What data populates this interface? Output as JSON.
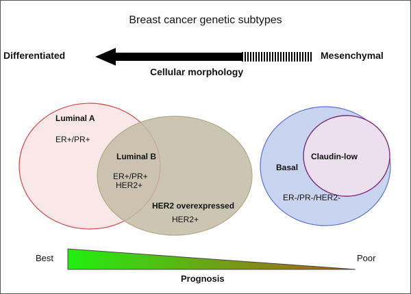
{
  "title": "Breast cancer genetic subtypes",
  "morphology": {
    "left_label": "Differentiated",
    "right_label": "Mesenchymal",
    "axis_label": "Cellular morphology"
  },
  "subtypes": {
    "luminal_a": {
      "name": "Luminal A",
      "markers": "ER+/PR+"
    },
    "luminal_b": {
      "name": "Luminal B",
      "markers_line1": "ER+/PR+",
      "markers_line2": "HER2+"
    },
    "her2": {
      "name": "HER2 overexpressed",
      "markers": "HER2+"
    },
    "basal": {
      "name": "Basal",
      "markers": "ER-/PR-/HER2-"
    },
    "claudin_low": {
      "name": "Claudin-low"
    }
  },
  "prognosis": {
    "left_label": "Best",
    "right_label": "Poor",
    "axis_label": "Prognosis",
    "gradient_start": "#22ee11",
    "gradient_end": "#b35a1c"
  },
  "colors": {
    "luminal_a_fill": "#f6d8d8",
    "luminal_a_stroke": "#d64545",
    "her2_fill": "#c3bba6",
    "her2_stroke": "#b0aa86",
    "basal_fill": "#c9d4f0",
    "basal_stroke": "#5a72d6",
    "claudin_fill": "#ece0ee",
    "claudin_stroke": "#7a2a7a"
  }
}
